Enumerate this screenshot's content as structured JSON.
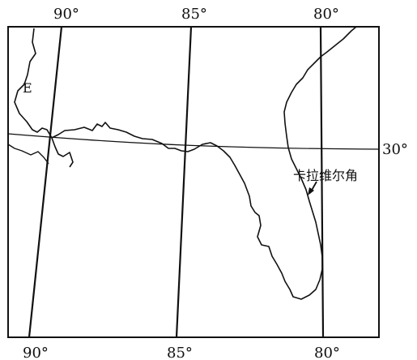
{
  "map": {
    "top_longitude_labels": [
      "90°",
      "85°",
      "80°"
    ],
    "bottom_longitude_labels": [
      "90°",
      "85°",
      "80°"
    ],
    "latitude_label": "30°",
    "region_label": "E",
    "cape_label": "卡拉维尔角",
    "colors": {
      "background": "#ffffff",
      "lines": "#111111"
    }
  }
}
